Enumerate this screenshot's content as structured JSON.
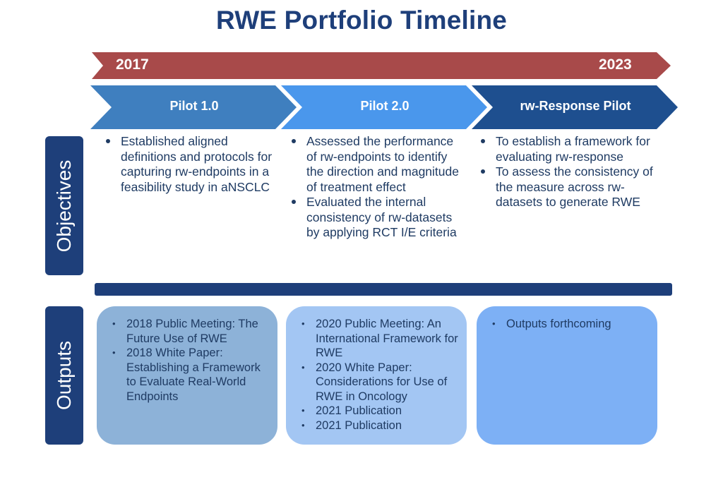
{
  "title": "RWE Portfolio Timeline",
  "timeline": {
    "start_year": "2017",
    "end_year": "2023",
    "color": "#a84a4a"
  },
  "phases": [
    {
      "label": "Pilot 1.0",
      "color": "#3f7fbf"
    },
    {
      "label": "Pilot 2.0",
      "color": "#4a97ec"
    },
    {
      "label": "rw-Response Pilot",
      "color": "#1e4f8f"
    }
  ],
  "rows": {
    "objectives_label": "Objectives",
    "outputs_label": "Outputs"
  },
  "objectives": [
    [
      "Established aligned definitions and protocols for capturing rw-endpoints in a feasibility study in aNSCLC"
    ],
    [
      "Assessed the performance of rw-endpoints to identify the direction and magnitude of treatment effect",
      "Evaluated the internal consistency of rw-datasets by applying RCT I/E criteria"
    ],
    [
      "To establish a framework for evaluating rw-response",
      "To assess the consistency of the measure across rw-datasets to generate RWE"
    ]
  ],
  "outputs": [
    [
      "2018 Public Meeting: The Future Use of RWE",
      "2018 White Paper: Establishing a Framework to Evaluate Real-World Endpoints"
    ],
    [
      "2020 Public Meeting: An International Framework for RWE",
      "2020 White Paper: Considerations for Use of RWE in Oncology",
      "2021 Publication",
      "2021 Publication"
    ],
    [
      "Outputs forthcoming"
    ]
  ]
}
